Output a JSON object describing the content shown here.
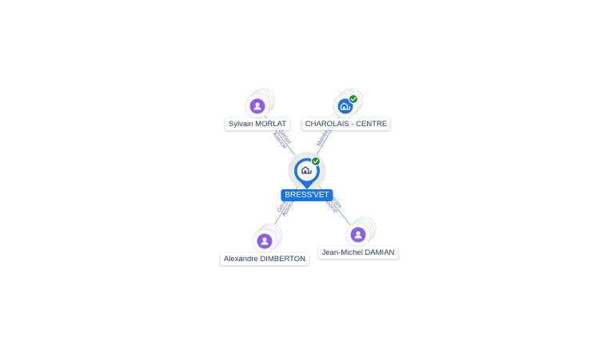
{
  "center": {
    "label": "BRESS'VET",
    "icon": "building-icon",
    "verified": true
  },
  "nodes": [
    {
      "id": "sylvain",
      "label": "Sylvain MORLAT",
      "type": "person",
      "icon": "person-icon"
    },
    {
      "id": "charolais",
      "label": "CHAROLAIS - CENTRE",
      "type": "company",
      "icon": "building-icon",
      "verified": true
    },
    {
      "id": "alexandre",
      "label": "Alexandre DIMBERTON",
      "type": "person",
      "icon": "person-icon"
    },
    {
      "id": "jeanmichel",
      "label": "Jean-Michel DAMIAN",
      "type": "person",
      "icon": "person-icon"
    }
  ],
  "edges": [
    {
      "to": "sylvain",
      "line1": "Gérant",
      "line2": "Associé"
    },
    {
      "to": "charolais",
      "line1": "Membre",
      "line2": ""
    },
    {
      "to": "alexandre",
      "line1": "Gérant",
      "line2": "Associé"
    },
    {
      "to": "jeanmichel",
      "line1": "Gérant",
      "line2": "Associé"
    }
  ],
  "colors": {
    "person": "#8c5cf0",
    "company": "#1a73e8",
    "verified": "#1e8e3e",
    "edge": "#9aa3c8",
    "edge_text": "#6b73b5"
  }
}
